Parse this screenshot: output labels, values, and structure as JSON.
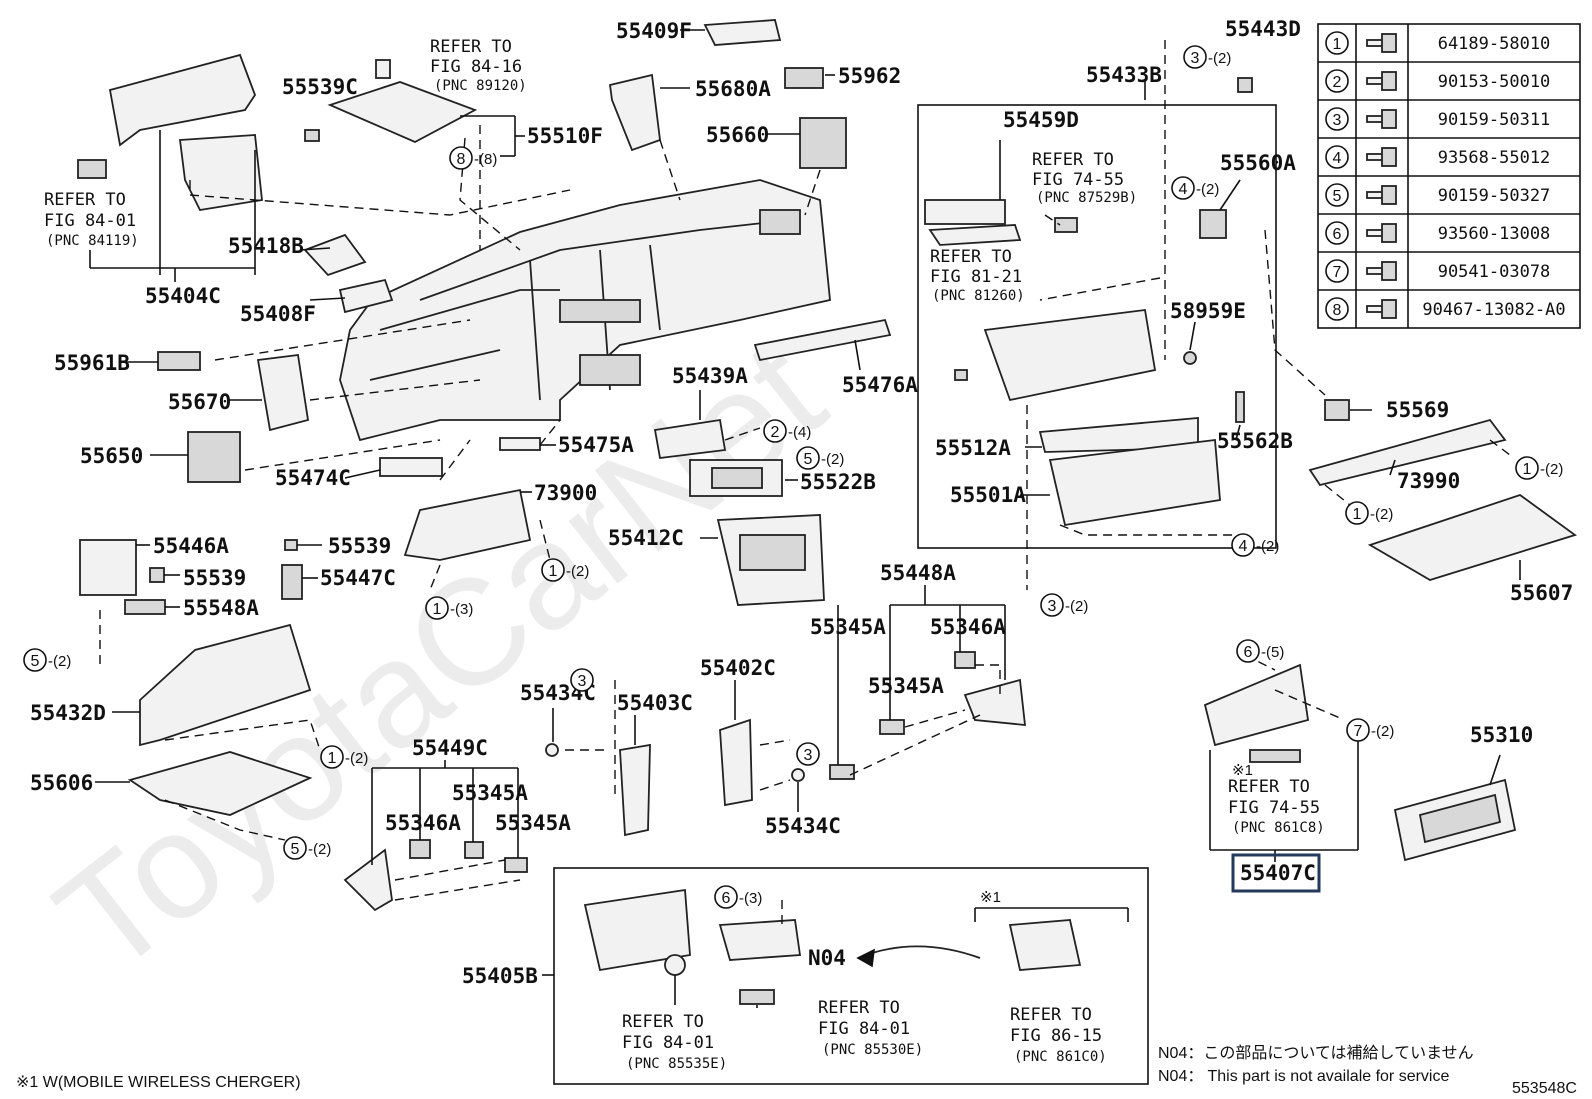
{
  "diagram_code": "553548C",
  "watermark": "ToyotaCarNet",
  "parts": {
    "p55409F": "55409F",
    "p55962": "55962",
    "p55680A": "55680A",
    "p55660": "55660",
    "p55539C": "55539C",
    "p55510F": "55510F",
    "p55404C": "55404C",
    "p55418B": "55418B",
    "p55408F": "55408F",
    "p55961B": "55961B",
    "p55670": "55670",
    "p55650": "55650",
    "p55474C": "55474C",
    "p55475A": "55475A",
    "p55439A": "55439A",
    "p55476A": "55476A",
    "p55522B": "55522B",
    "p73900": "73900",
    "p55412C": "55412C",
    "p55446A": "55446A",
    "p55539a": "55539",
    "p55539b": "55539",
    "p55447C": "55447C",
    "p55548A": "55548A",
    "p55432D": "55432D",
    "p55606": "55606",
    "p55434Ca": "55434C",
    "p55403C": "55403C",
    "p55402C": "55402C",
    "p55434Cb": "55434C",
    "p55448A": "55448A",
    "p55345Aa": "55345A",
    "p55346Aa": "55346A",
    "p55345Ab": "55345A",
    "p55449C": "55449C",
    "p55345Ac": "55345A",
    "p55346Ab": "55346A",
    "p55345Ad": "55345A",
    "p55443D": "55443D",
    "p55433B": "55433B",
    "p55459D": "55459D",
    "p55560A": "55560A",
    "p58959E": "58959E",
    "p55512A": "55512A",
    "p55562B": "55562B",
    "p55501A": "55501A",
    "p55569": "55569",
    "p73990": "73990",
    "p55607": "55607",
    "p55310": "55310",
    "p55407C": "55407C",
    "p55405B": "55405B",
    "pN04": "N04"
  },
  "refs": {
    "r1": [
      "REFER TO",
      "FIG 84-16",
      "(PNC 89120)"
    ],
    "r2": [
      "REFER TO",
      "FIG 84-01",
      "(PNC 84119)"
    ],
    "r3": [
      "REFER TO",
      "FIG 74-55",
      "(PNC 87529B)"
    ],
    "r4": [
      "REFER TO",
      "FIG 81-21",
      "(PNC 81260)"
    ],
    "r5": [
      "REFER TO",
      "FIG 74-55",
      "(PNC 861C8)"
    ],
    "r6": [
      "REFER TO",
      "FIG 84-01",
      "(PNC 85535E)"
    ],
    "r7": [
      "REFER TO",
      "FIG 84-01",
      "(PNC 85530E)"
    ],
    "r8": [
      "REFER TO",
      "FIG 86-15",
      "(PNC 861C0)"
    ]
  },
  "callouts": {
    "c8": {
      "num": "8",
      "qty": "-(8)"
    },
    "c3top": {
      "num": "3",
      "qty": "-(2)"
    },
    "c4a": {
      "num": "4",
      "qty": "-(2)"
    },
    "c2a": {
      "num": "2",
      "qty": "-(4)"
    },
    "c5a": {
      "num": "5",
      "qty": "-(2)"
    },
    "c1a": {
      "num": "1",
      "qty": "-(2)"
    },
    "c1b": {
      "num": "1",
      "qty": "-(3)"
    },
    "c5b": {
      "num": "5",
      "qty": "-(2)"
    },
    "c1c": {
      "num": "1",
      "qty": "-(2)"
    },
    "c5c": {
      "num": "5",
      "qty": "-(2)"
    },
    "c3a": {
      "num": "3",
      "qty": ""
    },
    "c3b": {
      "num": "3",
      "qty": ""
    },
    "c3c": {
      "num": "3",
      "qty": "-(2)"
    },
    "c4b": {
      "num": "4",
      "qty": "-(2)"
    },
    "c1d": {
      "num": "1",
      "qty": "-(2)"
    },
    "c1e": {
      "num": "1",
      "qty": "-(2)"
    },
    "c6a": {
      "num": "6",
      "qty": "-(5)"
    },
    "c7a": {
      "num": "7",
      "qty": "-(2)"
    },
    "c6b": {
      "num": "6",
      "qty": "-(3)"
    }
  },
  "fastener_table": [
    {
      "num": "1",
      "part": "64189-58010"
    },
    {
      "num": "2",
      "part": "90153-50010"
    },
    {
      "num": "3",
      "part": "90159-50311"
    },
    {
      "num": "4",
      "part": "93568-55012"
    },
    {
      "num": "5",
      "part": "90159-50327"
    },
    {
      "num": "6",
      "part": "93560-13008"
    },
    {
      "num": "7",
      "part": "90541-03078"
    },
    {
      "num": "8",
      "part": "90467-13082-A0"
    }
  ],
  "notes": {
    "star_mark_a": "※1",
    "star_mark_b": "※1",
    "footnote": "※1 W(MOBILE WIRELESS CHERGER)",
    "n04_jp": "N04：この部品については補給していません",
    "n04_en": "N04： This part is not availale for service"
  }
}
